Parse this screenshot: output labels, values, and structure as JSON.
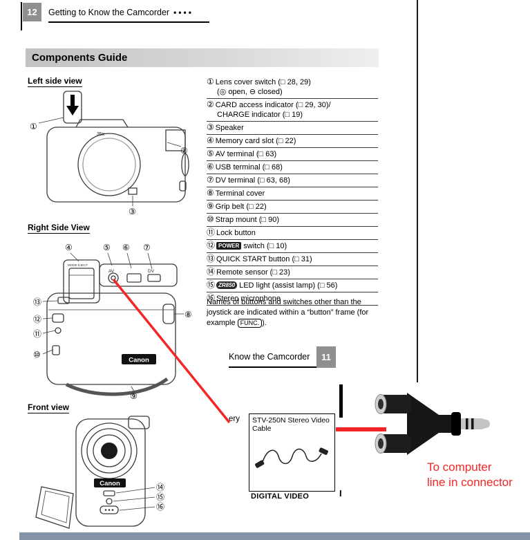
{
  "header": {
    "page_number": "12",
    "title": "Getting to Know the Camcorder",
    "dots": "••••"
  },
  "section_title": "Components Guide",
  "views": {
    "left_title": "Left side view",
    "right_title": "Right Side View",
    "front_title": "Front view"
  },
  "diagram_labels": {
    "zoom": "35x",
    "brand": "Canon",
    "av": "AV",
    "dv": "DV",
    "card_slot": "MODE EJECT"
  },
  "diagram_callouts": {
    "left": [
      "①",
      "②",
      "③"
    ],
    "right": [
      "④",
      "⑤",
      "⑥",
      "⑦",
      "⑧",
      "⑨",
      "⑩",
      "⑪",
      "⑫",
      "⑬"
    ],
    "front": [
      "⑭",
      "⑮",
      "⑯"
    ]
  },
  "components": [
    {
      "num": "①",
      "label": "Lens cover switch (□ 28, 29)",
      "line2": "(◎ open, ⊖ closed)"
    },
    {
      "num": "②",
      "label": "CARD access indicator (□ 29, 30)/",
      "line2": "CHARGE indicator (□ 19)"
    },
    {
      "num": "③",
      "label": "Speaker"
    },
    {
      "num": "④",
      "label": "Memory card slot (□ 22)"
    },
    {
      "num": "⑤",
      "label": "AV terminal (□ 63)"
    },
    {
      "num": "⑥",
      "label": "USB terminal (□ 68)"
    },
    {
      "num": "⑦",
      "label": "DV terminal (□ 63, 68)"
    },
    {
      "num": "⑧",
      "label": "Terminal cover"
    },
    {
      "num": "⑨",
      "label": "Grip belt (□ 22)"
    },
    {
      "num": "⑩",
      "label": "Strap mount (□ 90)"
    },
    {
      "num": "⑪",
      "label": "Lock button"
    },
    {
      "num": "⑫",
      "badge": "POWER",
      "label": "switch (□ 10)"
    },
    {
      "num": "⑬",
      "label": "QUICK START button (□ 31)"
    },
    {
      "num": "⑭",
      "label": "Remote sensor (□ 23)"
    },
    {
      "num": "⑮",
      "badge": "ZR850",
      "badge_style": "dark",
      "label": "LED light (assist lamp) (□ 56)"
    },
    {
      "num": "⑯",
      "label": "Stereo microphone"
    }
  ],
  "note": {
    "before": "Names of buttons and switches other than the joystick are indicated within a “button” frame (for example ",
    "badge": "FUNC.",
    "after": ")."
  },
  "page11": {
    "footer_text": "Know the Camcorder",
    "page_number": "11"
  },
  "inset": {
    "partial_left": "ery",
    "cable_title_1": "STV-250N Stereo Video",
    "cable_title_2": "Cable",
    "bottom_text": "DIGITAL VIDEO",
    "right_partial": "I"
  },
  "annotation": {
    "line1": "To computer",
    "line2": "line in connector"
  },
  "colors": {
    "accent_red": "#f42525",
    "tab_gray": "#8f8f8f",
    "bottom_bar": "#8294a6"
  }
}
